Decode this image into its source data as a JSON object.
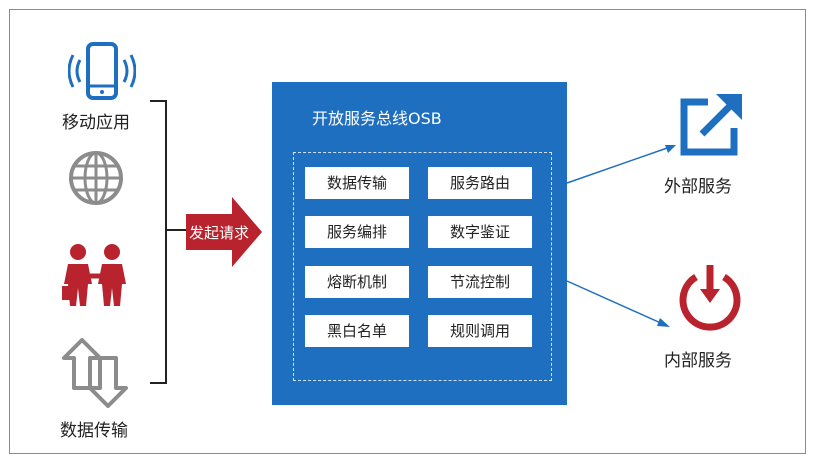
{
  "clients": [
    {
      "label": "移动应用",
      "icon": "mobile-phone-icon"
    },
    {
      "label": "",
      "icon": "globe-icon"
    },
    {
      "label": "",
      "icon": "people-icon"
    },
    {
      "label": "数据传输",
      "icon": "updown-arrows-icon"
    }
  ],
  "request_label": "发起请求",
  "bus": {
    "title": "开放服务总线OSB",
    "features": [
      "数据传输",
      "服务路由",
      "服务编排",
      "数字鉴证",
      "熔断机制",
      "节流控制",
      "黑白名单",
      "规则调用"
    ]
  },
  "outputs": [
    {
      "label": "外部服务",
      "icon": "external-link-icon"
    },
    {
      "label": "内部服务",
      "icon": "power-icon"
    }
  ],
  "colors": {
    "primary_blue": "#1f6fc0",
    "accent_red": "#b8232e",
    "icon_gray": "#8c8c8c"
  }
}
